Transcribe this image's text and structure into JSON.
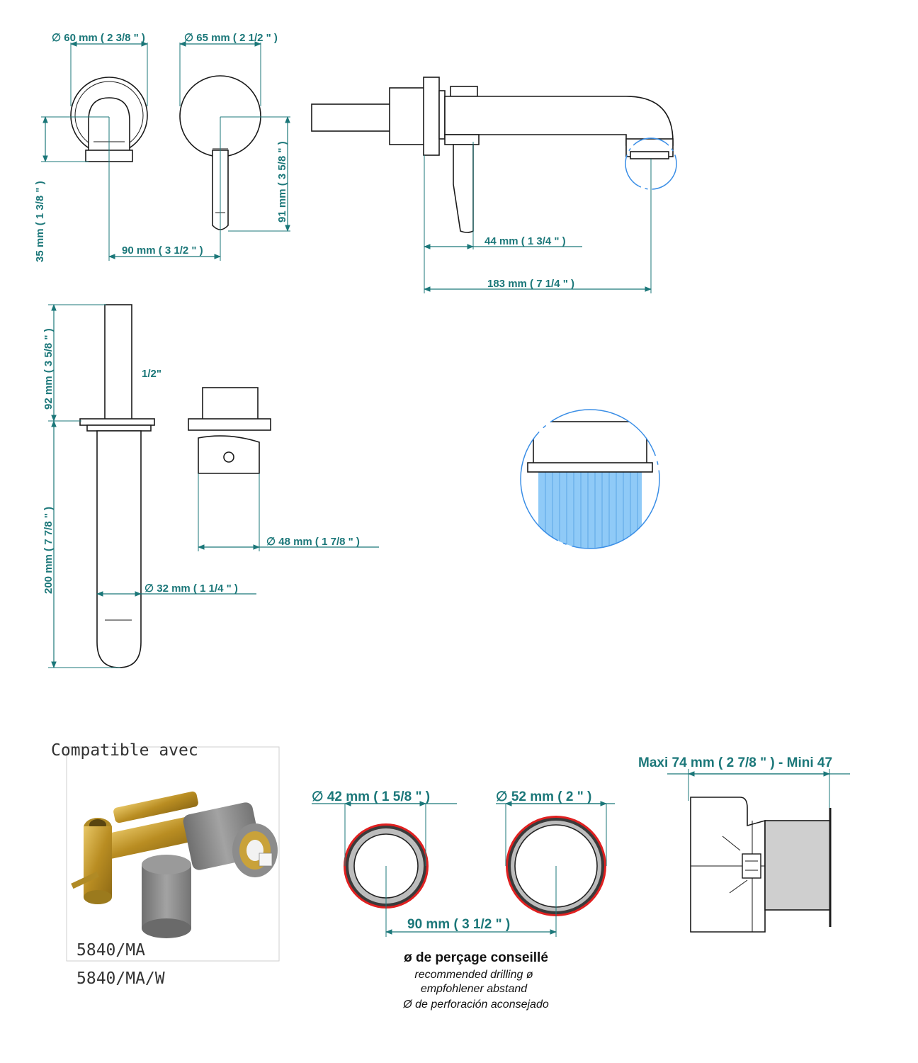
{
  "dimensions": {
    "escutcheon_diameter": "∅  60 mm ( 2 3/8 \" )",
    "handle_rosette_diameter": "∅  65 mm ( 2 1/2 \" )",
    "escutcheon_height": "35 mm ( 1 3/8 \" )",
    "handle_length": "91 mm ( 3 5/8 \" )",
    "center_distance": "90 mm ( 3 1/2 \" )",
    "lever_projection": "44 mm ( 1 3/4 \" )",
    "spout_projection": "183 mm ( 7 1/4 \" )",
    "stem_length": "92 mm ( 3 5/8 \" )",
    "thread_size": "1/2\"",
    "body_length": "200 mm ( 7 7/8 \" )",
    "cartridge_diameter": "∅  48 mm ( 1 7/8 \" )",
    "body_diameter": "∅  32 mm ( 1 1/4 \" )"
  },
  "compatible": {
    "heading": "Compatible avec",
    "model_1": "5840/MA",
    "model_2": "5840/MA/W"
  },
  "drilling": {
    "hole_1": "∅  42 mm ( 1 5/8 \" )",
    "hole_2": "∅  52 mm ( 2 \" )",
    "spacing": "90 mm ( 3 1/2 \" )",
    "title_fr": "ø de perçage conseillé",
    "title_en": "recommended drilling ø",
    "title_de": "empfohlener abstand",
    "title_es": "Ø de perforación aconsejado"
  },
  "wall_depth": {
    "label": "Maxi  74 mm ( 2 7/8 \" )  - Mini 47"
  },
  "colors": {
    "dimension": "#1b7779",
    "outline": "#1a1a1a",
    "detail_circle": "#3a8ee6",
    "water": "#6fb9f5",
    "drill_ring": "#e02020",
    "box_fill": "#cfcfcf",
    "brass": "#c9a23a",
    "sleeve": "#8a8a8a"
  },
  "icons": [
    "dimension-arrow",
    "detail-circle",
    "mounting-box-image"
  ]
}
